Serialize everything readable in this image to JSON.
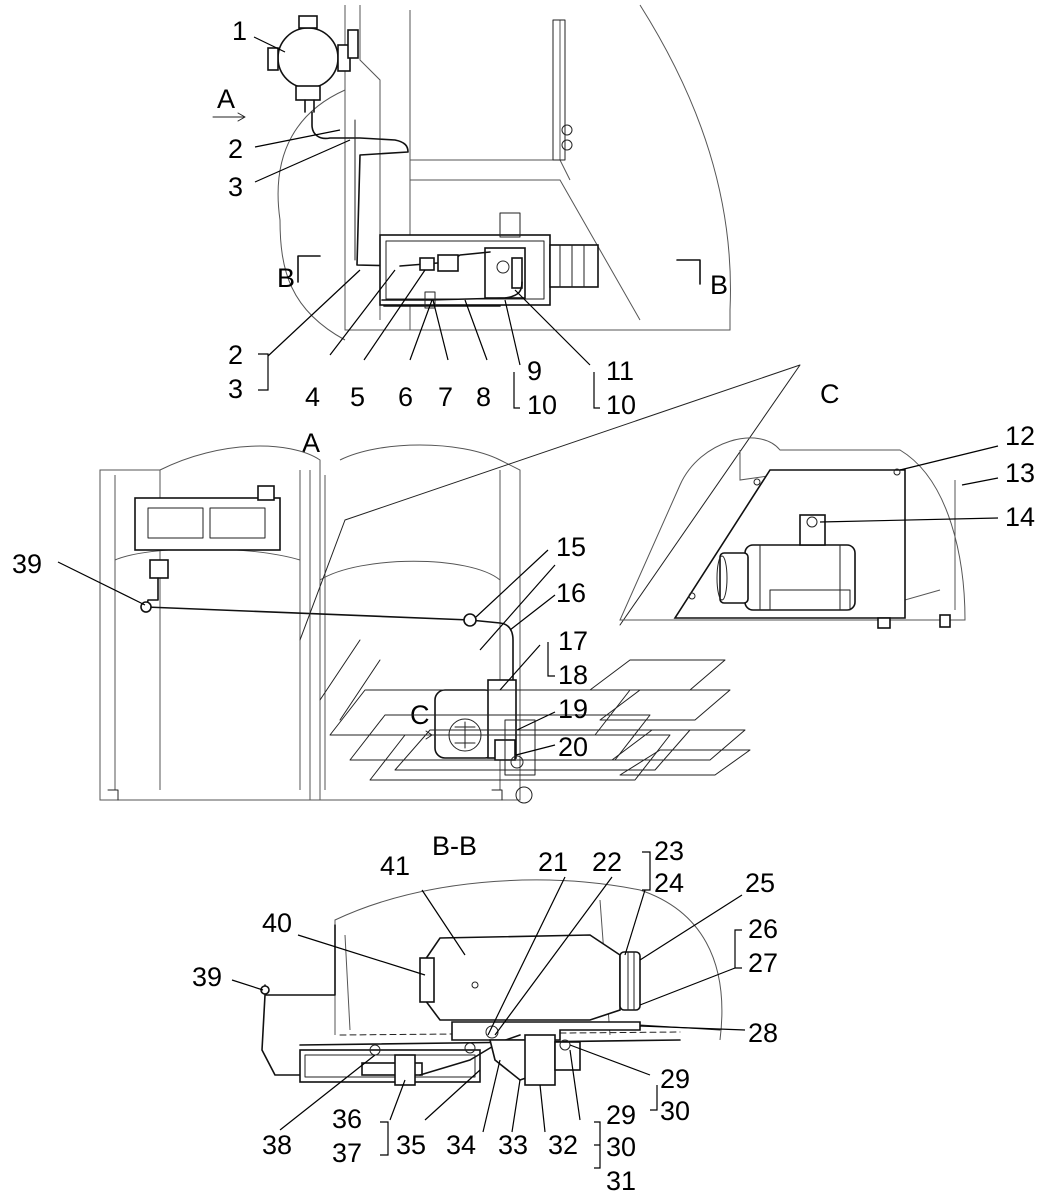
{
  "views": {
    "view_a_arrow": "A",
    "section_b_left": "B",
    "section_b_right": "B",
    "view_a_title": "A",
    "view_c_title": "C",
    "view_c_arrow": "C",
    "section_bb_title": "B-B"
  },
  "callouts": {
    "c1": "1",
    "c2": "2",
    "c3": "3",
    "c2b": "2",
    "c3b": "3",
    "c4": "4",
    "c5": "5",
    "c6": "6",
    "c7": "7",
    "c8": "8",
    "c9": "9",
    "c10": "10",
    "c11": "11",
    "c10b": "10",
    "c12": "12",
    "c13": "13",
    "c14": "14",
    "c15": "15",
    "c16": "16",
    "c17": "17",
    "c18": "18",
    "c19": "19",
    "c20": "20",
    "c39": "39",
    "c21": "21",
    "c22": "22",
    "c23": "23",
    "c24": "24",
    "c25": "25",
    "c26": "26",
    "c27": "27",
    "c28": "28",
    "c29": "29",
    "c30": "30",
    "c29b": "29",
    "c30b": "30",
    "c31": "31",
    "c32": "32",
    "c33": "33",
    "c34": "34",
    "c35": "35",
    "c36": "36",
    "c37": "37",
    "c38": "38",
    "c39b": "39",
    "c40": "40",
    "c41": "41"
  }
}
